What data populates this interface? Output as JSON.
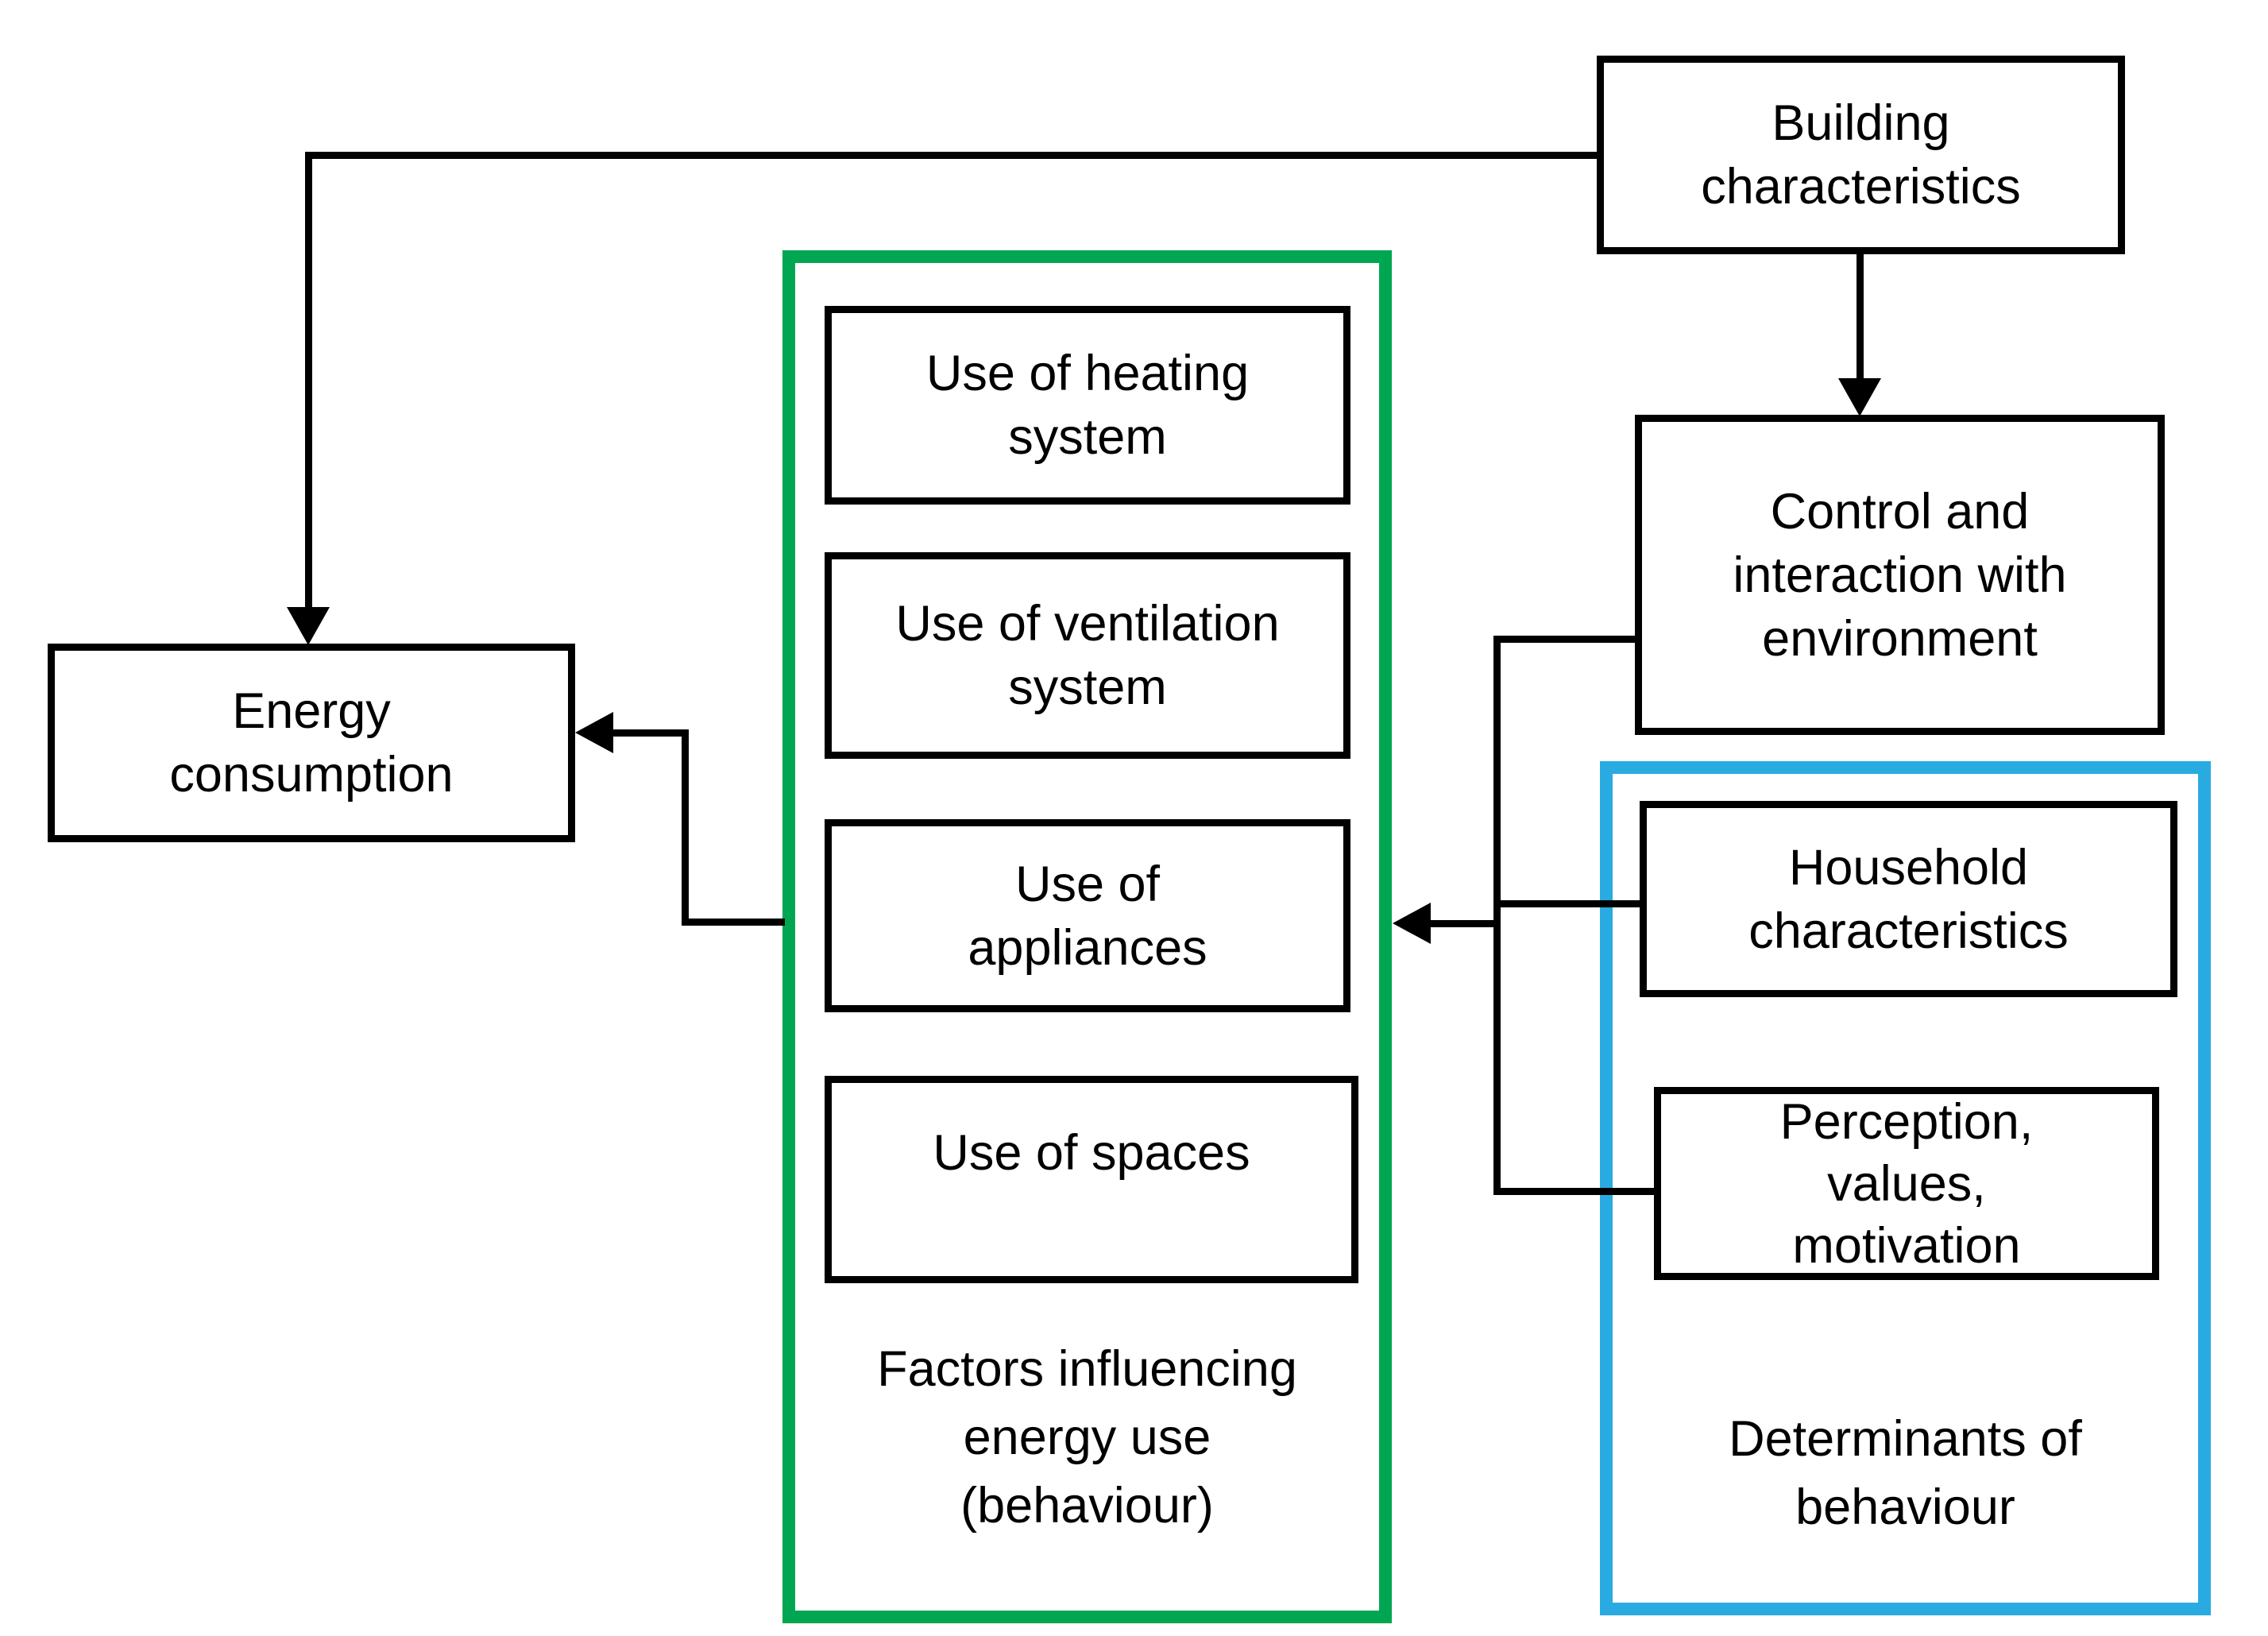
{
  "diagram": {
    "boxes": {
      "building": "Building\ncharacteristics",
      "energy": "Energy\nconsumption",
      "control": "Control and\ninteraction with\nenvironment",
      "household": "Household\ncharacteristics",
      "perception": "Perception,\nvalues,\nmotivation",
      "heating": "Use of heating\nsystem",
      "ventilation": "Use of ventilation\nsystem",
      "appliances": "Use of\nappliances",
      "spaces": "Use of spaces"
    },
    "groups": {
      "factors_label": "Factors influencing\nenergy use\n(behaviour)",
      "determinants_label": "Determinants of\nbehaviour"
    },
    "colors": {
      "green_border": "#00A651",
      "blue_border": "#29ABE2",
      "line": "#000000",
      "box_border": "#000000",
      "background": "#FFFFFF"
    }
  }
}
